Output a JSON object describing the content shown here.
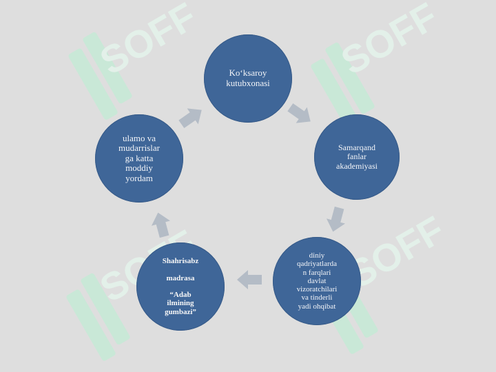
{
  "watermark": {
    "text": "SOFF"
  },
  "cycle": {
    "nodes": [
      {
        "id": "kutubxona",
        "label": "Ko‘ksaroy\nkutubxonasi"
      },
      {
        "id": "akademiya",
        "label": "Samarqand\nfanlar\nakademiyasi"
      },
      {
        "id": "davlat",
        "label": "diniy\nqadriyatlarda\nn farqlari\ndavlat\nvizoratchilari\nva tinderli\nyadi ohqibat"
      },
      {
        "id": "madrasa",
        "label": "Shahrisabz\n\nmadrasa\n\n“Adab\nilmining\ngumbazi”"
      },
      {
        "id": "yordam",
        "label": "ulamo va\nmudarrislar\nga katta\nmoddiy\nyordam"
      }
    ]
  },
  "colors": {
    "background": "#dedede",
    "node_fill": "#3f6698",
    "arrow_fill": "#b4bcc6",
    "watermark": "#c9ead9"
  }
}
